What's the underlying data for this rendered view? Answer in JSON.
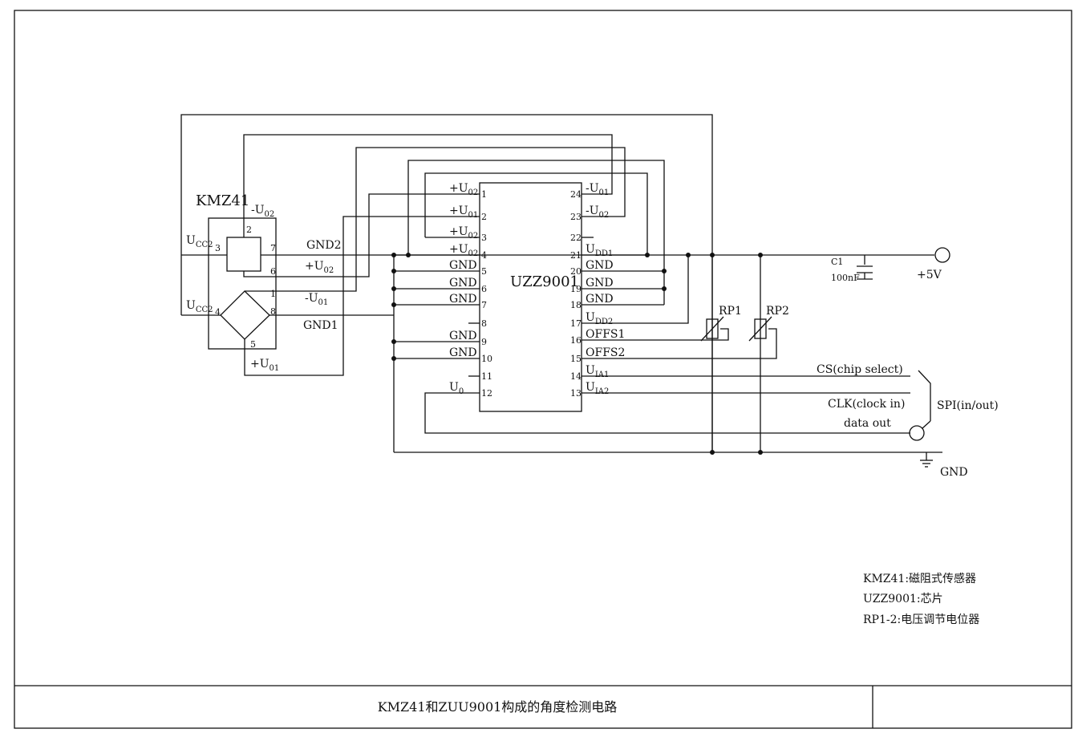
{
  "title_block": {
    "caption": "KMZ41和ZUU9001构成的角度检测电路"
  },
  "sensor": {
    "name": "KMZ41",
    "pins": [
      "1",
      "2",
      "3",
      "4",
      "5",
      "6",
      "7",
      "8"
    ],
    "labels": {
      "u_cc2_a": "U",
      "u_cc2_a_sub": "CC2",
      "u_cc2_b": "U",
      "u_cc2_b_sub": "CC2",
      "minus_u02": "-U",
      "minus_u02_sub": "02",
      "plus_u01": "+U",
      "plus_u01_sub": "01"
    }
  },
  "nets": {
    "gnd2": "GND2",
    "plus_u02": "+U",
    "plus_u02_sub": "02",
    "minus_u01": "-U",
    "minus_u01_sub": "01",
    "gnd1": "GND1"
  },
  "chip": {
    "name": "UZZ9001",
    "left_pins": [
      {
        "num": "1",
        "label": "+U",
        "sub": "02"
      },
      {
        "num": "2",
        "label": "+U",
        "sub": "01"
      },
      {
        "num": "3",
        "label": "+U",
        "sub": "02"
      },
      {
        "num": "4",
        "label": "+U",
        "sub": "02"
      },
      {
        "num": "5",
        "label": "GND",
        "sub": ""
      },
      {
        "num": "6",
        "label": "GND",
        "sub": ""
      },
      {
        "num": "7",
        "label": "GND",
        "sub": ""
      },
      {
        "num": "8",
        "label": "",
        "sub": ""
      },
      {
        "num": "9",
        "label": "GND",
        "sub": ""
      },
      {
        "num": "10",
        "label": "GND",
        "sub": ""
      },
      {
        "num": "11",
        "label": "",
        "sub": ""
      },
      {
        "num": "12",
        "label": "U",
        "sub": "0"
      }
    ],
    "right_pins": [
      {
        "num": "24",
        "label": "-U",
        "sub": "01"
      },
      {
        "num": "23",
        "label": "-U",
        "sub": "02"
      },
      {
        "num": "22",
        "label": "",
        "sub": ""
      },
      {
        "num": "21",
        "label": "U",
        "sub": "DD1"
      },
      {
        "num": "20",
        "label": "GND",
        "sub": ""
      },
      {
        "num": "19",
        "label": "GND",
        "sub": ""
      },
      {
        "num": "18",
        "label": "GND",
        "sub": ""
      },
      {
        "num": "17",
        "label": "U",
        "sub": "DD2"
      },
      {
        "num": "16",
        "label": "OFFS1",
        "sub": ""
      },
      {
        "num": "15",
        "label": "OFFS2",
        "sub": ""
      },
      {
        "num": "14",
        "label": "U",
        "sub": "IA1"
      },
      {
        "num": "13",
        "label": "U",
        "sub": "IA2"
      }
    ]
  },
  "components": {
    "rp1": "RP1",
    "rp2": "RP2",
    "c1": "C1",
    "c1_value": "100nF",
    "supply": "+5V",
    "ground": "GND"
  },
  "signals": {
    "cs": "CS(chip select)",
    "clk": "CLK(clock in)",
    "data_out": "data out",
    "spi": "SPI(in/out)"
  },
  "legend": [
    "KMZ41:磁阻式传感器",
    "UZZ9001:芯片",
    "RP1-2:电压调节电位器"
  ]
}
